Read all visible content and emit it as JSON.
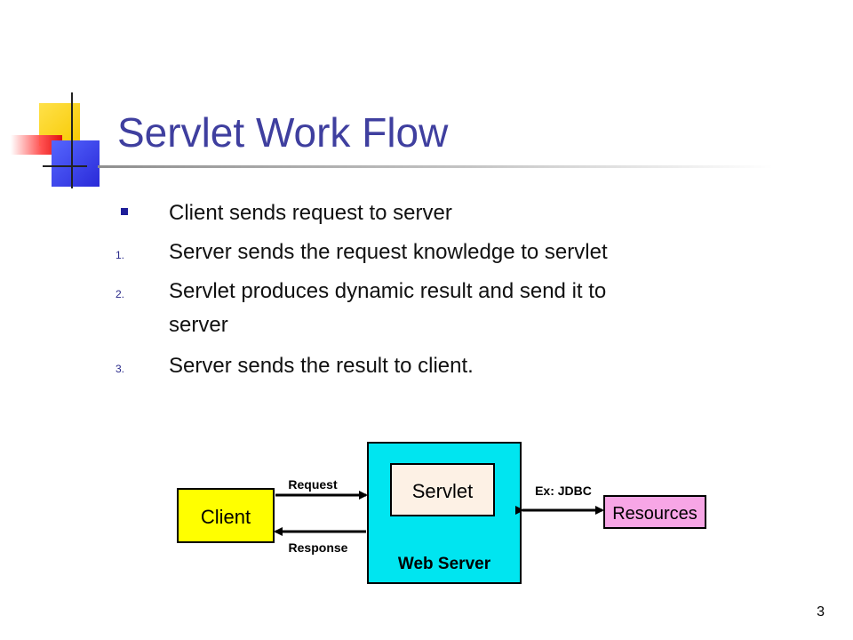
{
  "slide": {
    "title": "Servlet Work Flow",
    "page_number": "3"
  },
  "items": [
    {
      "marker": "",
      "text": "Client sends request to server"
    },
    {
      "marker": "1.",
      "text": "Server sends the request knowledge  to servlet"
    },
    {
      "marker": "2.",
      "text": "Servlet produces dynamic result and  send it to",
      "text_line2": "server"
    },
    {
      "marker": "3.",
      "text": "Server sends the result to client."
    }
  ],
  "diagram": {
    "client": "Client",
    "servlet": "Servlet",
    "web_server": "Web Server",
    "resources": "Resources",
    "request": "Request",
    "response": "Response",
    "jdbc": "Ex: JDBC",
    "colors": {
      "client_fill": "#ffff00",
      "server_fill": "#00e5f0",
      "servlet_fill": "#fdf1e5",
      "resources_fill": "#f7a6e6"
    }
  }
}
